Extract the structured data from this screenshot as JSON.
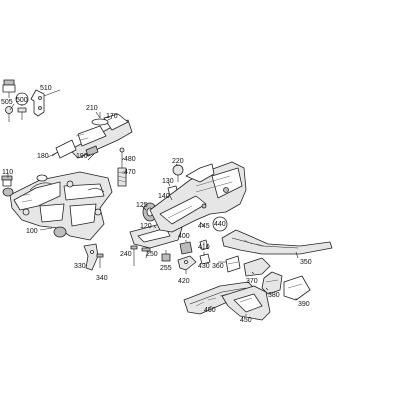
{
  "labels": {
    "n505": "505",
    "n500": "500",
    "n510": "510",
    "n210": "210",
    "n170": "170",
    "n180": "180",
    "n190": "190",
    "n480": "480",
    "n470": "470",
    "n220": "220",
    "n110": "110",
    "n130": "130",
    "n140": "140",
    "n125": "125",
    "n120": "120",
    "n445": "445",
    "n440": "440",
    "n100": "100",
    "n400": "400",
    "n410": "410",
    "n430": "430",
    "n240": "240",
    "n250": "250",
    "n330": "330",
    "n340": "340",
    "n255": "255",
    "n420": "420",
    "n360": "360",
    "n350": "350",
    "n370": "370",
    "n380": "380",
    "n390": "390",
    "n460": "460",
    "n450": "450"
  }
}
